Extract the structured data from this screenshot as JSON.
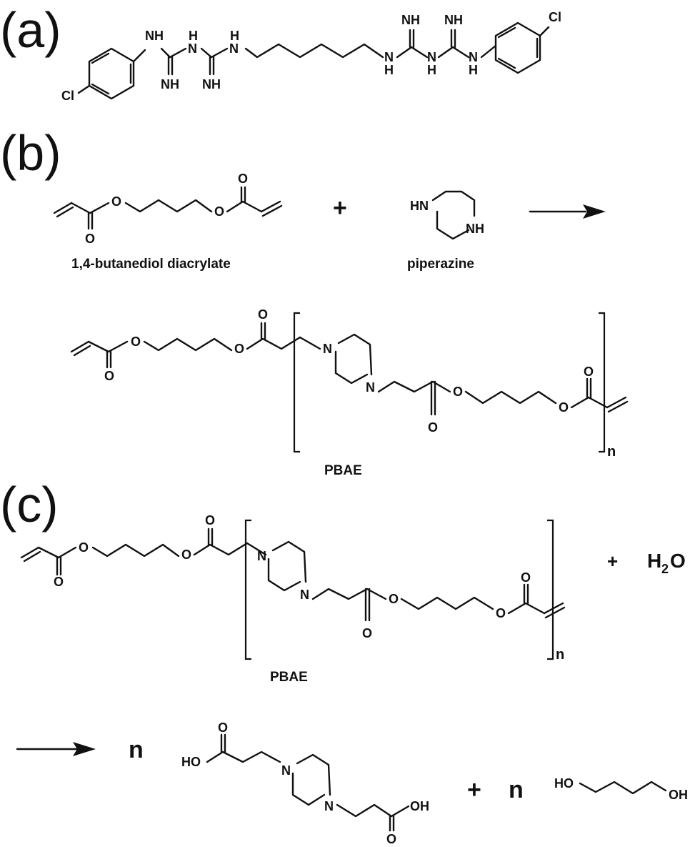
{
  "panels": {
    "a": "(a)",
    "b": "(b)",
    "c": "(c)"
  },
  "atoms": {
    "cl": "Cl",
    "nh": "NH",
    "h": "H",
    "n": "N",
    "hn": "HN",
    "o": "O",
    "ho": "HO",
    "oh": "OH",
    "h2o_h": "H",
    "h2o_2": "2",
    "h2o_o": "O"
  },
  "labels": {
    "bdda": "1,4-butanediol diacrylate",
    "piperazine": "piperazine",
    "pbae": "PBAE",
    "repeat_n": "n",
    "plus": "+",
    "coef_n": "n"
  }
}
